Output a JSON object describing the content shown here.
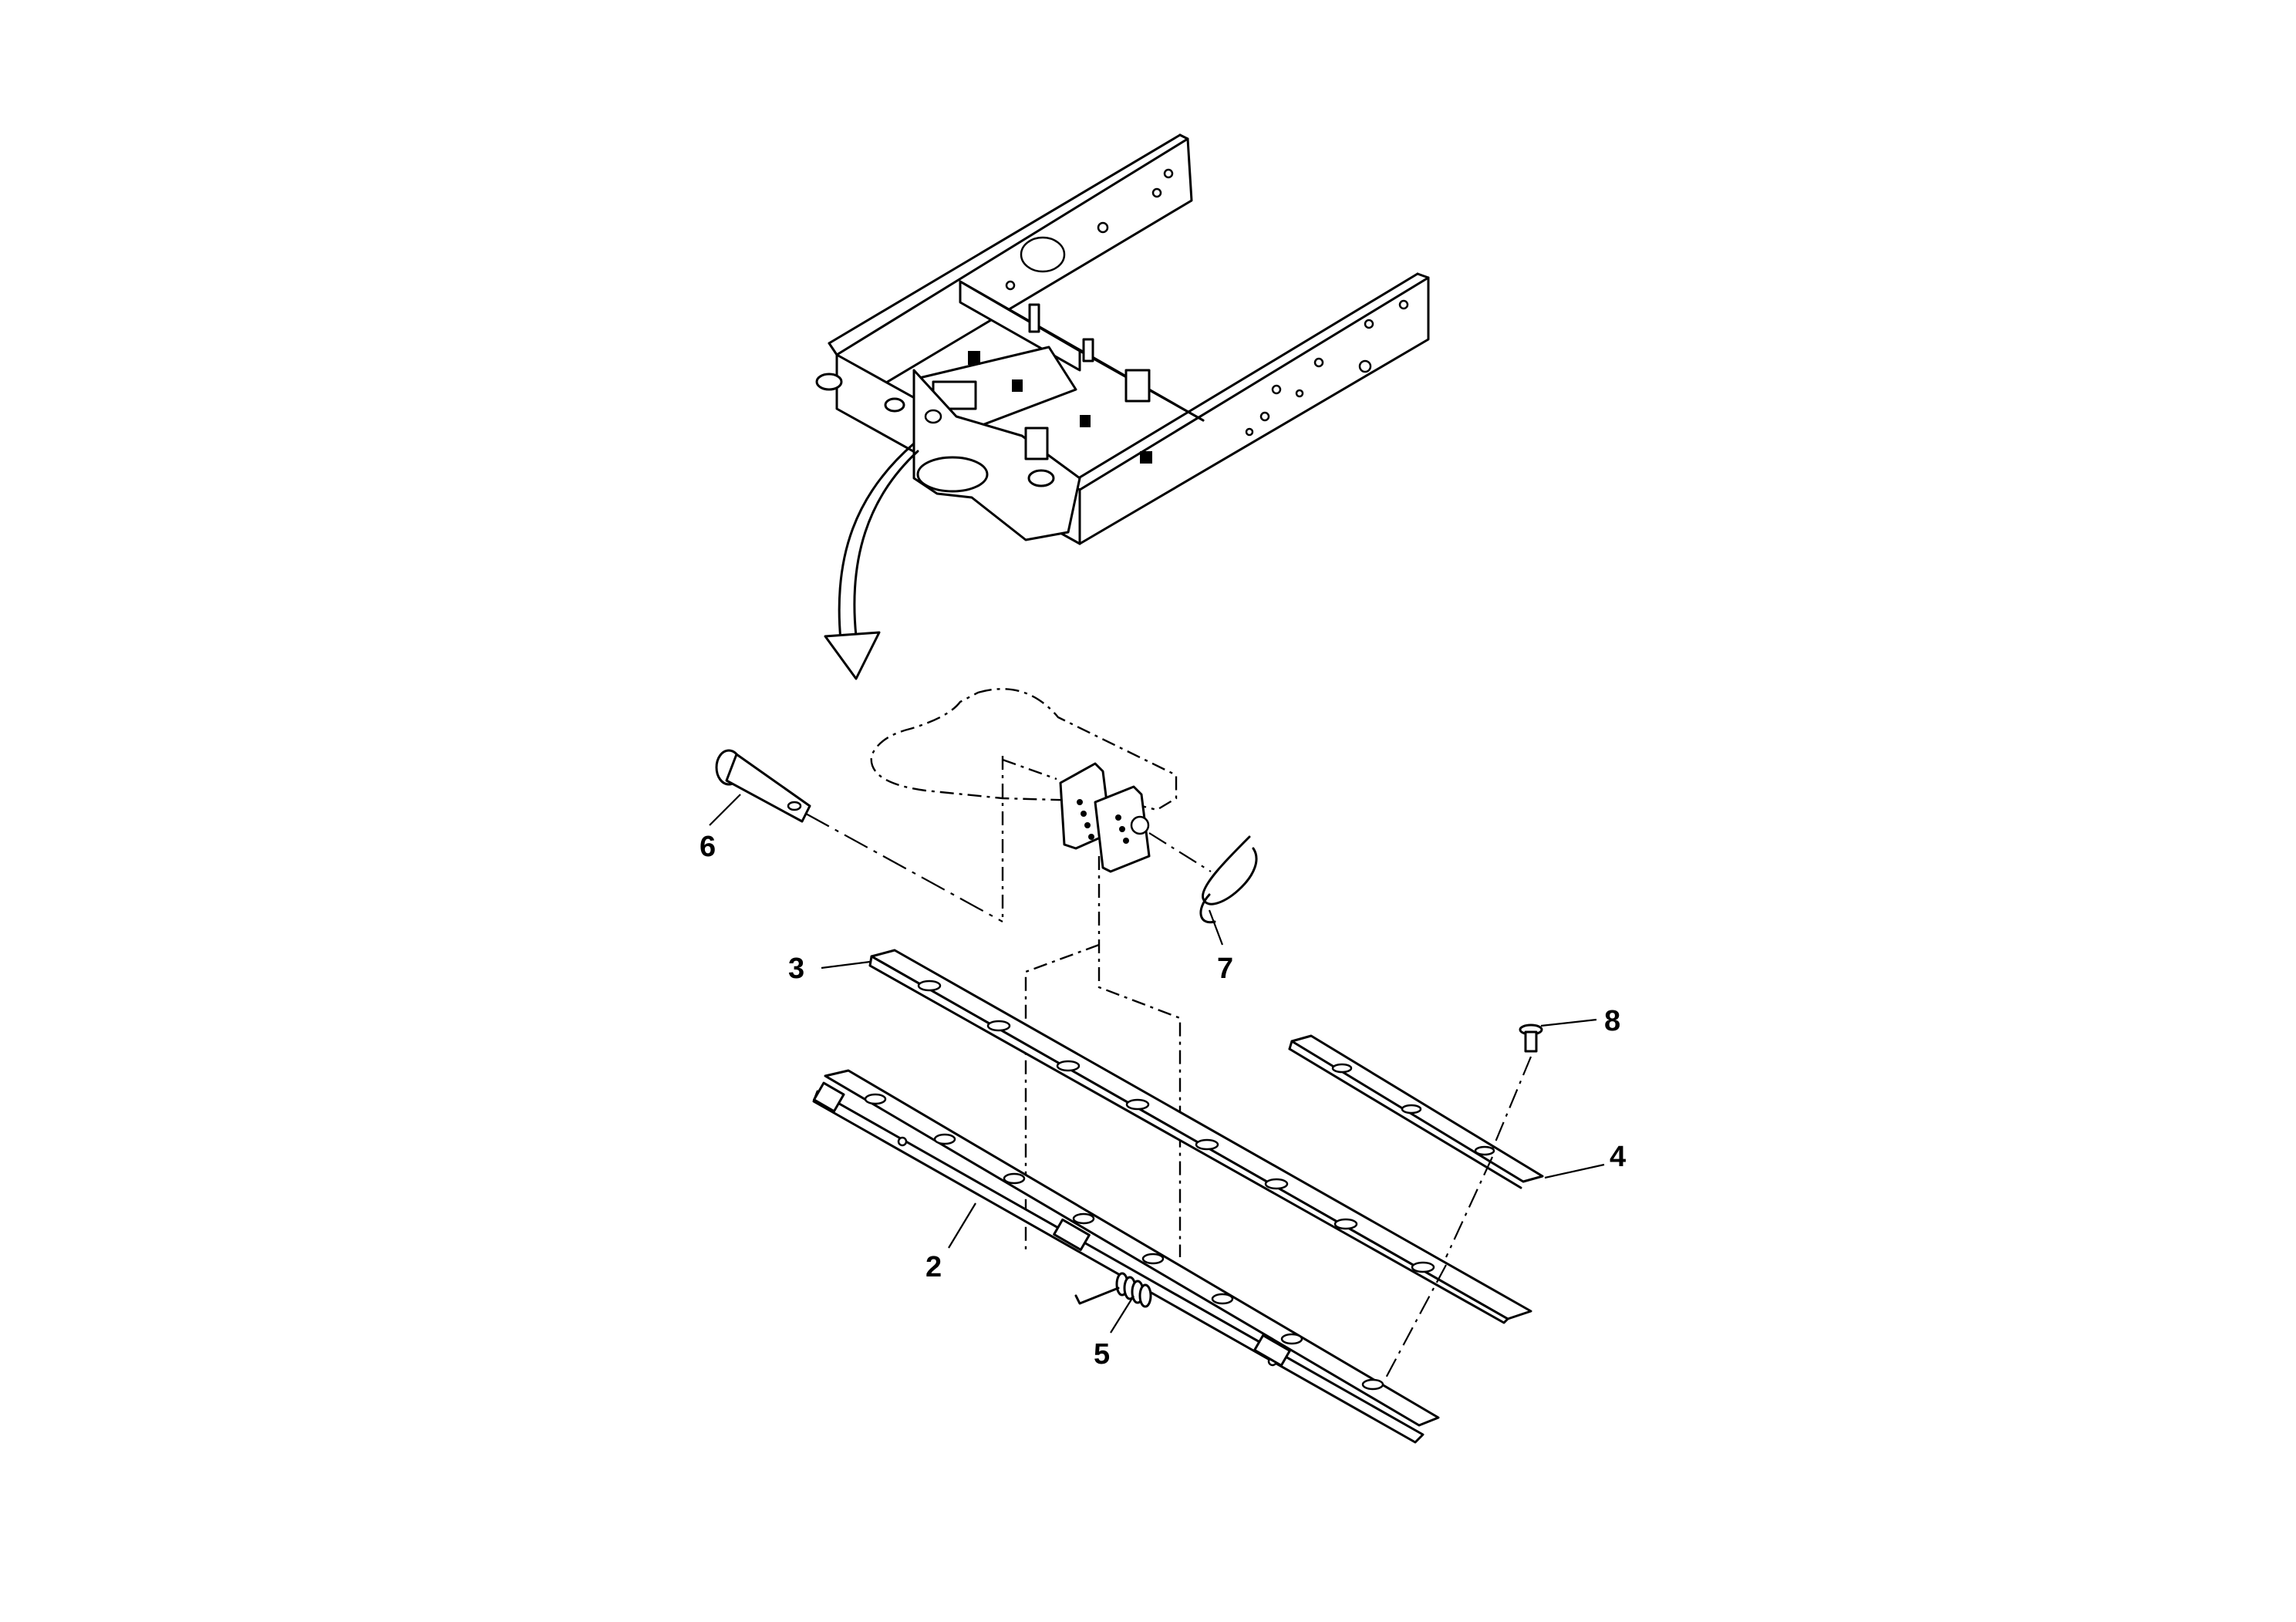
{
  "callouts": {
    "c2": "2",
    "c3": "3",
    "c4": "4",
    "c5": "5",
    "c6": "6",
    "c7": "7",
    "c8": "8"
  }
}
